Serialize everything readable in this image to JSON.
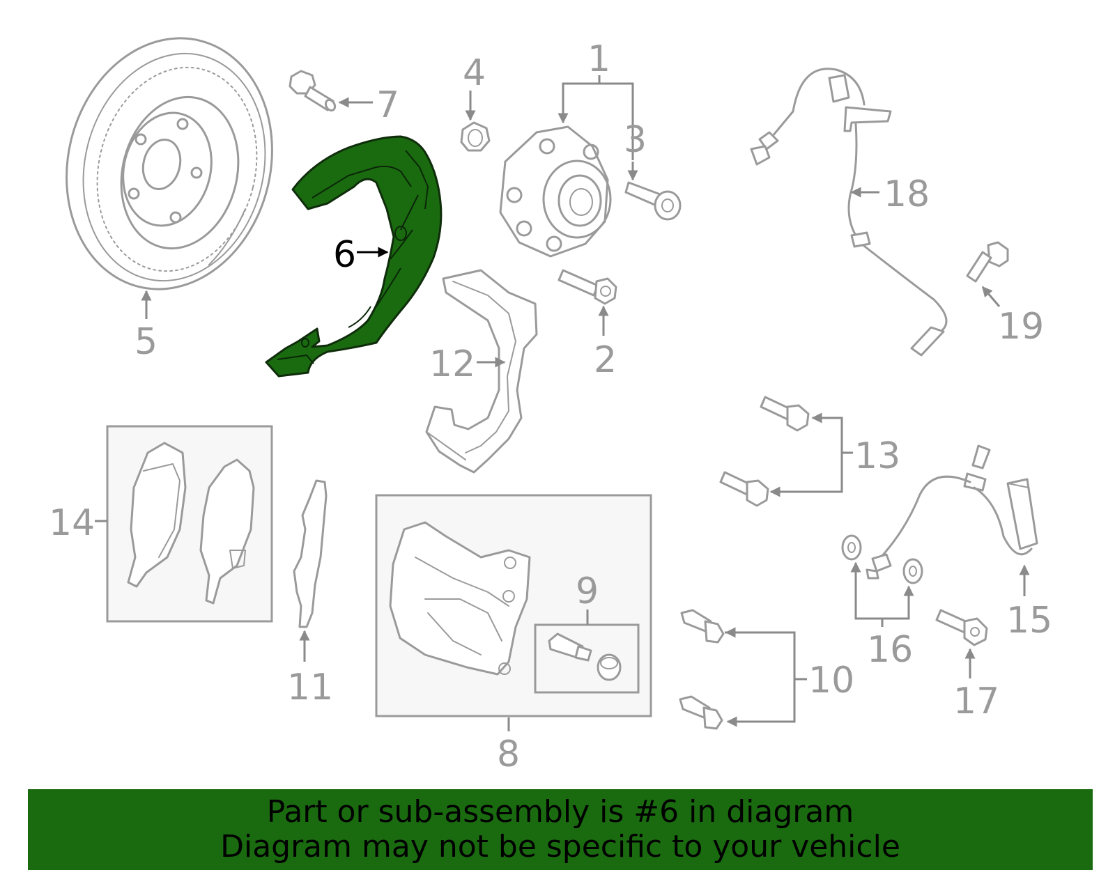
{
  "diagram": {
    "callouts": [
      "1",
      "2",
      "3",
      "4",
      "5",
      "6",
      "7",
      "8",
      "9",
      "10",
      "11",
      "12",
      "13",
      "14",
      "15",
      "16",
      "17",
      "18",
      "19"
    ],
    "highlighted_callout": "6"
  },
  "colors": {
    "highlight": "#1a6b10",
    "banner_bg": "#1a6b10",
    "part_line": "#9a9a9a",
    "box_fill": "#f7f7f7"
  },
  "banner": {
    "line1": "Part or sub-assembly is #6 in diagram",
    "line2": "Diagram may not be specific to your vehicle"
  }
}
